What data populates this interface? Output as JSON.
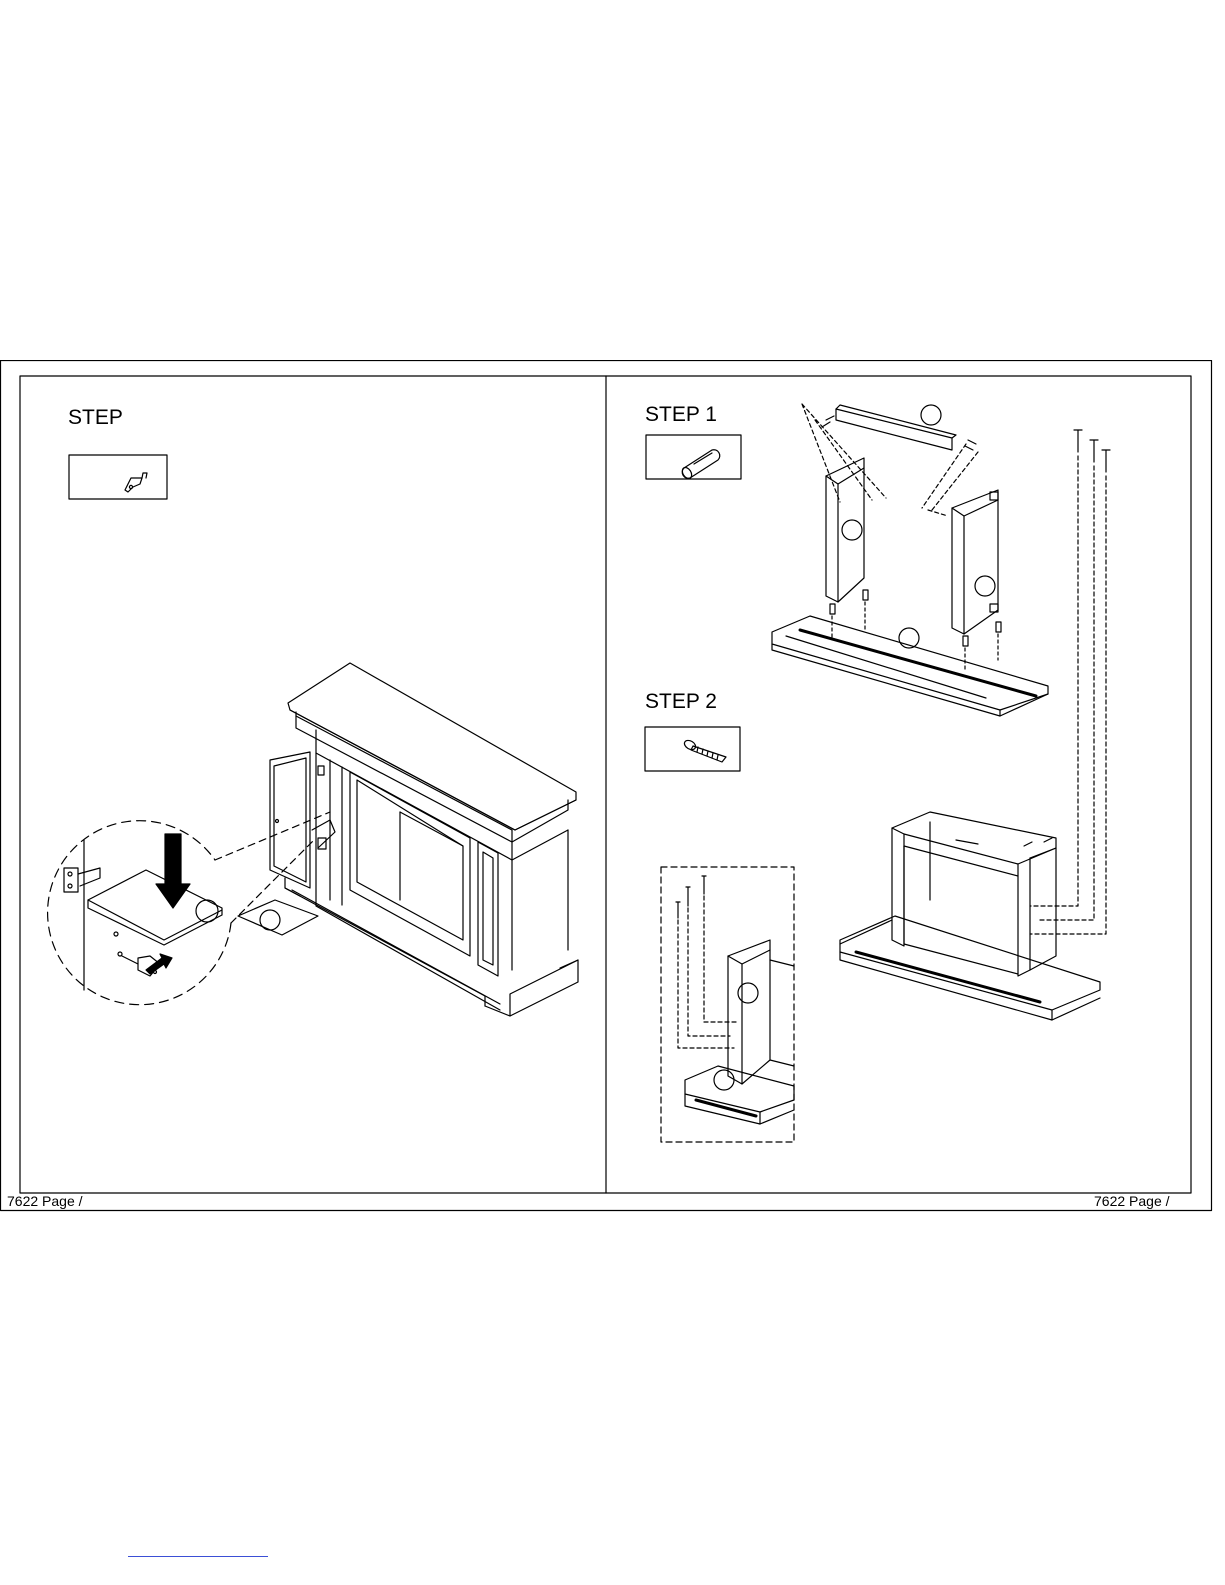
{
  "page": {
    "left_panel": {
      "step_title": "STEP",
      "hardware_icon": "hinge-bracket-icon"
    },
    "right_panel": {
      "step1": {
        "title": "STEP 1",
        "hardware_icon": "wood-dowel-icon"
      },
      "step2": {
        "title": "STEP 2",
        "hardware_icon": "screw-icon"
      }
    },
    "footer": {
      "left": "7622 Page    /",
      "right": "7622 Page    /"
    },
    "colors": {
      "ink": "#000000",
      "paper": "#ffffff",
      "link": "#3b4fd6"
    }
  }
}
